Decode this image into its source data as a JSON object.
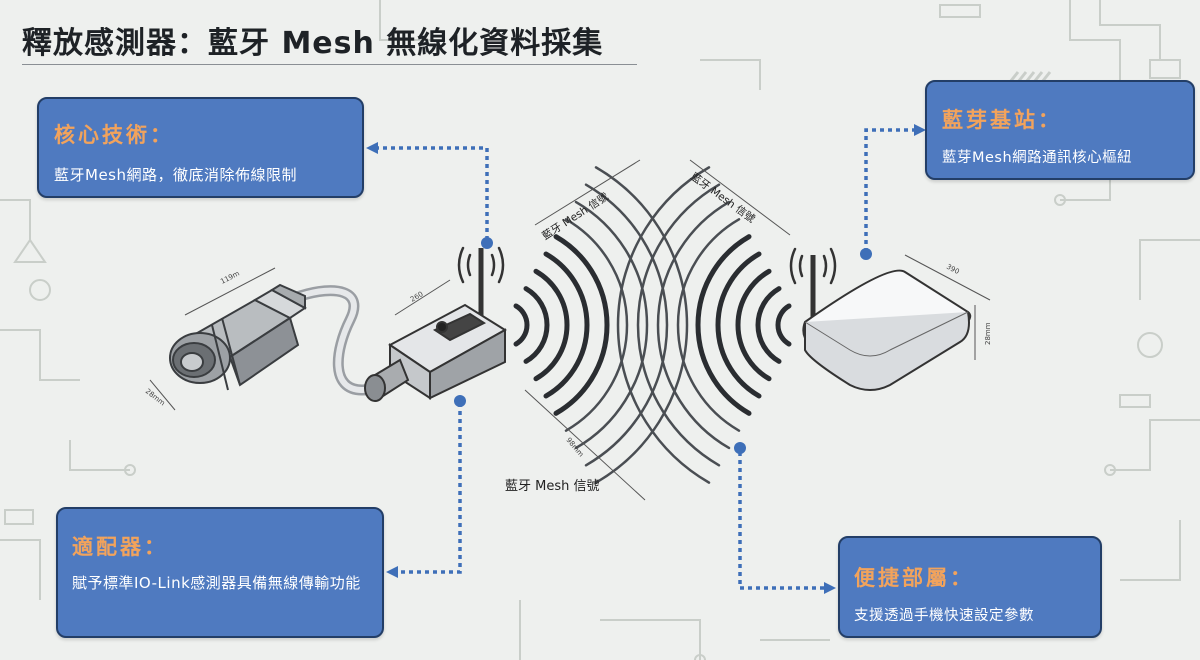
{
  "title": "釋放感測器：藍牙 Mesh 無線化資料採集",
  "callouts": {
    "core": {
      "heading": "核心技術：",
      "text": "藍牙Mesh網路，徹底消除佈線限制"
    },
    "base": {
      "heading": "藍芽基站：",
      "text": "藍芽Mesh網路通訊核心樞紐"
    },
    "adapter": {
      "heading": "適配器：",
      "text": "賦予標準IO-Link感測器具備無線傳輸功能"
    },
    "config": {
      "heading": "便捷部屬：",
      "text": "支援透過手機快速設定參數"
    }
  },
  "signal_labels": {
    "upper_left": "藍牙 Mesh 信號",
    "upper_right": "藍牙 Mesh 信號",
    "bottom": "藍牙 Mesh 信號"
  },
  "dimensions": {
    "sensor_length": "119m",
    "sensor_diameter": "28mm",
    "adapter_width": "260",
    "gateway_width": "390",
    "gateway_height": "28mm",
    "signal_span": "98mm"
  },
  "colors": {
    "callout_fill": "#4f7ac0",
    "callout_border": "#233e67",
    "heading_text": "#f2a35c",
    "connector": "#3e6fb8",
    "signal_wave": "#2a2d31"
  }
}
